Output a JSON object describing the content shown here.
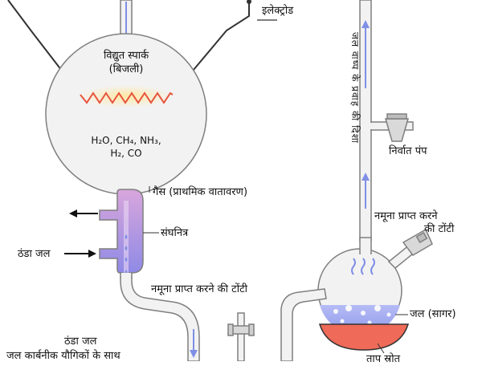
{
  "labels": {
    "electrode": "इलेक्ट्रोड",
    "electric_spark": "विद्युत स्पार्क",
    "lightning": "(बिजली)",
    "gases_formula": "H₂O, CH₄, NH₃,",
    "gases_formula_2": "H₂, CO",
    "gases": "गैस (प्राथमिक वातावरण)",
    "condenser": "संघनित्र",
    "cold_water_in": "ठंडा जल",
    "sampling_tap_lower": "नमूना प्राप्त करने की टोंटी",
    "cold_water_bottom": "ठंडा जल",
    "cold_water_organics": "जल कार्बनीक यौगिकों के साथ",
    "vapor_direction": "जल वाष्प के प्रवाह की दिशा",
    "vacuum_pump": "निर्वात पंप",
    "sampling_tap_upper_1": "नमूना प्राप्त करने",
    "sampling_tap_upper_2": "की टोंटी",
    "water_ocean": "जल (सागर)",
    "heat_source": "ताप स्रोत"
  },
  "colors": {
    "tube": "#7f7f7f",
    "flask_fill": "#f2f2f2",
    "flow_arrow": "#7f8fe6",
    "condenser": "#b78ad6",
    "spark": "#e8533b",
    "spark_glow": "#ffe9a6",
    "water": "#9aa2ef",
    "heater": "#ef6a58"
  },
  "icons": {
    "spark": "zigzag-spark-icon",
    "flow": "up-down-arrow-icon",
    "bubbles": "bubble-icon",
    "steam": "steam-wave-icon",
    "stopcock": "stopcock-valve-icon"
  }
}
